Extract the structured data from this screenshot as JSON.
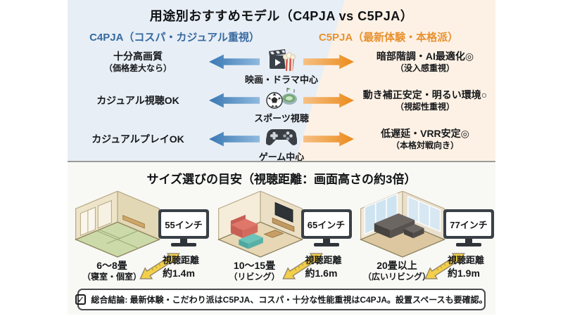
{
  "top": {
    "title": "用途別おすすめモデル（C4PJA vs C5PJA）",
    "left_header": "C4PJA（コスパ・カジュアル重視）",
    "right_header": "C5PJA（最新体験・本格派）",
    "rows": [
      {
        "icon": "movie-clapperboard-popcorn-icon",
        "center_label": "映画・ドラマ中心",
        "left_main": "十分高画質",
        "left_sub": "（価格差大なら）",
        "right_main": "暗部階調・AI最適化◎",
        "right_sub": "（没入感重視）"
      },
      {
        "icon": "soccer-stadium-icon",
        "center_label": "スポーツ視聴",
        "left_main": "カジュアル視聴OK",
        "left_sub": "",
        "right_main": "動き補正安定・明るい環境○",
        "right_sub": "（視認性重視）"
      },
      {
        "icon": "gamepad-icon",
        "center_label": "ゲーム中心",
        "left_main": "カジュアルプレイOK",
        "left_sub": "",
        "right_main": "低遅延・VRR安定◎",
        "right_sub": "（本格対戦向き）"
      }
    ]
  },
  "bottom": {
    "title": "サイズ選びの目安（視聴距離：画面高さの約3倍）",
    "rooms": [
      {
        "illustration": "tatami-room-illustration",
        "tv_size": "55インチ",
        "size_main": "6～8畳",
        "size_sub": "（寝室・個室）",
        "distance_label": "視聴距離",
        "distance_value": "約1.4m"
      },
      {
        "illustration": "living-room-illustration",
        "tv_size": "65インチ",
        "size_main": "10～15畳",
        "size_sub": "（リビング）",
        "distance_label": "視聴距離",
        "distance_value": "約1.6m"
      },
      {
        "illustration": "large-living-room-illustration",
        "tv_size": "77インチ",
        "size_main": "20畳以上",
        "size_sub": "（広いリビング）",
        "distance_label": "視聴距離",
        "distance_value": "約1.9m"
      }
    ],
    "conclusion_icon": "checked-checkbox-icon",
    "check_glyph": "✓",
    "conclusion": "総合結論: 最新体験・こだわり派はC5PJA、コスパ・十分な性能重視はC4PJA。設置スペースも要確認。"
  },
  "colors": {
    "left_bg": "#e7eef6",
    "right_bg": "#fdf1e5",
    "bottom_bg": "#f8f8f5",
    "left_accent": "#36699f",
    "right_accent": "#e8912f",
    "arrow_blue_dark": "#3977b3",
    "arrow_blue_light": "#90bade",
    "arrow_orange_dark": "#eb8b1b",
    "arrow_orange_light": "#f6c084",
    "ruler_yellow": "#f3cf4a"
  }
}
